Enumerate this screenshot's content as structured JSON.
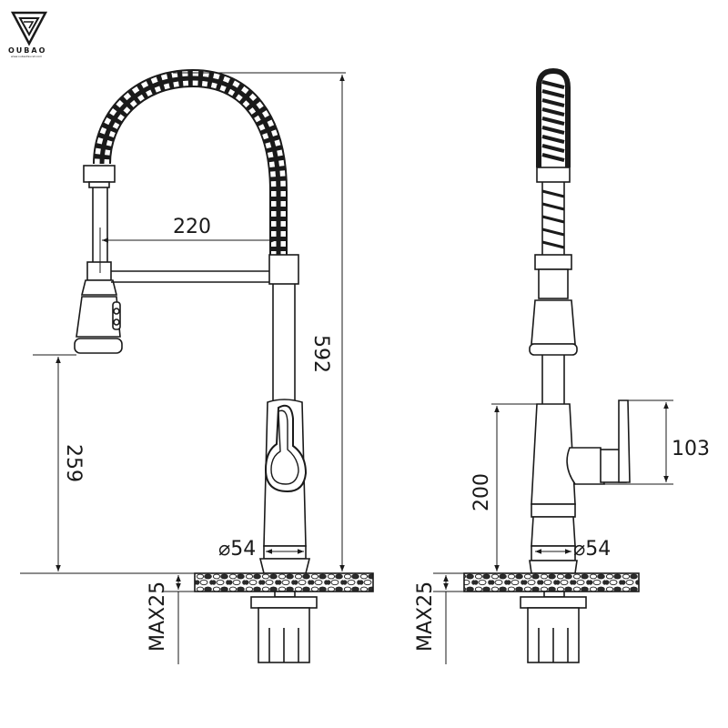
{
  "brand": {
    "name": "OUBAO",
    "website": "www.oubaofaucet.com"
  },
  "side_view": {
    "dim_spout_reach": "220",
    "dim_total_height": "592",
    "dim_sprayer_clearance": "259",
    "dim_base_diameter": "⌀54",
    "dim_deck_thickness": "MAX25"
  },
  "front_view": {
    "dim_handle_height": "103",
    "dim_handle_position": "200",
    "dim_base_diameter": "⌀54",
    "dim_deck_thickness": "MAX25"
  },
  "colors": {
    "line": "#1a1a1a",
    "background": "#ffffff"
  }
}
